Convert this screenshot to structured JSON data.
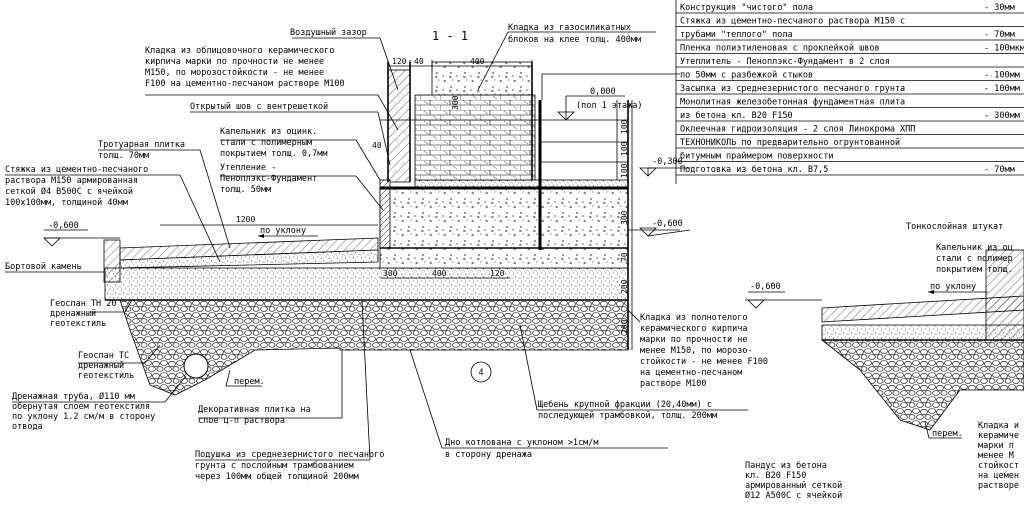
{
  "section_title": "1 - 1",
  "dims": {
    "d120": "120",
    "d40": "40",
    "d400": "400",
    "d300": "300",
    "d100a": "100",
    "d100b": "100",
    "d100c": "100",
    "d40b": "40",
    "d1200": "1200",
    "d300b": "300",
    "d70": "70",
    "d200a": "200",
    "d200b": "200",
    "d300c": "300",
    "d400b": "400",
    "d120b": "120"
  },
  "levels": {
    "zero": "0,000",
    "zero_note": "(пол 1 этажа)",
    "m300": "-0,300",
    "m600_right": "-0,600",
    "m600_left": "-0,600",
    "m600_far": "-0,600"
  },
  "slope_main": "по уклону",
  "slope_right": "по уклону",
  "circle_mark": "4",
  "callouts_left": {
    "air_gap": "Воздушный зазор",
    "cladding": [
      "Кладка из облицовочного керамического",
      "кирпича марки по прочности не менее",
      "М150, по морозостойкости - не менее",
      "F100 на цементно-песчаном растворе М100"
    ],
    "open_joint": "Открытый шов с вентрешеткой",
    "drip": [
      "Капельник из оцинк.",
      "стали с полимерным",
      "покрытием толщ. 0,7мм"
    ],
    "insulation": [
      "Утепление -",
      "Пеноплэкс-Фундамент",
      "толщ. 50мм"
    ],
    "sidewalk": [
      "Тротуарная плитка",
      "толщ. 70мм"
    ],
    "screed": [
      "Стяжка из цементно-песчаного",
      "раствора М150 армированная",
      "сеткой Ø4 В500С с ячейкой",
      "100х100мм, толщиной 40мм"
    ],
    "curb": "Бортовой камень",
    "geo_th20": [
      "Геоспан ТН 20",
      "дренажный",
      "геотекстиль"
    ],
    "geo_tc": [
      "Геоспан ТС",
      "дренажный",
      "геотекстиль"
    ],
    "drain_pipe": [
      "Дренажная труба, Ø110 мм",
      "обернутая слоем геотекстиля",
      "по уклону 1.2 см/м в сторону",
      "отвода"
    ],
    "perem1": "перем.",
    "deco_tile": [
      "Декоративная плитка на",
      "слое ц-п раствора"
    ],
    "sand_base": [
      "Подушка из среднезернистого песчаного",
      "грунта с послойным трамбованием",
      "через 100мм общей толщиной 200мм"
    ],
    "pit_bottom": [
      "Дно котлована с уклоном >1см/м",
      "в сторону дренажа"
    ],
    "gravel": [
      "Щебень крупной фракции (20,40мм) с",
      "последующей трамбовкой, толщ. 200мм"
    ],
    "solid_brick": [
      "Кладка из полнотелого",
      "керамического кирпича",
      "марки по прочности не",
      "менее М150, по морозо-",
      "стойкости - не менее F100",
      "на цементно-песчаном",
      "растворе М100"
    ],
    "aerated": [
      "Кладка из газосиликатных",
      "блоков на клее толщ. 400мм"
    ]
  },
  "floor_legend": [
    {
      "text": "Конструкция \"чистого\" пола",
      "thk": "- 30мм"
    },
    {
      "text": "Стяжка из цементно-песчаного раствора М150 с",
      "thk": ""
    },
    {
      "text": "трубами \"теплого\" пола",
      "thk": "- 70мм"
    },
    {
      "text": "Пленка полиэтиленовая с проклейкой швов",
      "thk": "- 100мкм"
    },
    {
      "text": "Утеплитель - Пеноплэкс-Фундамент в 2 слоя",
      "thk": ""
    },
    {
      "text": "по 50мм с разбежкой стыков",
      "thk": "- 100мм"
    },
    {
      "text": "Засыпка из среднезернистого песчаного грунта",
      "thk": "- 100мм"
    },
    {
      "text": "Монолитная железобетонная фундаментная плита",
      "thk": ""
    },
    {
      "text": "из бетона кл. В20 F150",
      "thk": "- 300мм"
    },
    {
      "text": "Оклеечная гидроизоляция - 2 слоя Линокрома ХПП",
      "thk": ""
    },
    {
      "text": "ТЕХНОНИКОЛЬ по предварительно огрунтованной",
      "thk": ""
    },
    {
      "text": "битумным праймером поверхности",
      "thk": ""
    },
    {
      "text": "Подготовка из бетона кл. В7,5",
      "thk": "- 70мм"
    }
  ],
  "right_section": {
    "plaster": "Тонкослойная штукат",
    "drip": [
      "Капельник из оц",
      "стали с полимер",
      "покрытием толщ."
    ],
    "perem": "перем.",
    "brick": [
      "Кладка и",
      "керамиче",
      "марки п",
      "менее М",
      "стойкост",
      "на цемен",
      "растворе"
    ],
    "ramp": [
      "Пандус из бетона",
      "кл. В20 F150",
      "армированный сеткой",
      "Ø12 А500С с ячейкой"
    ]
  }
}
